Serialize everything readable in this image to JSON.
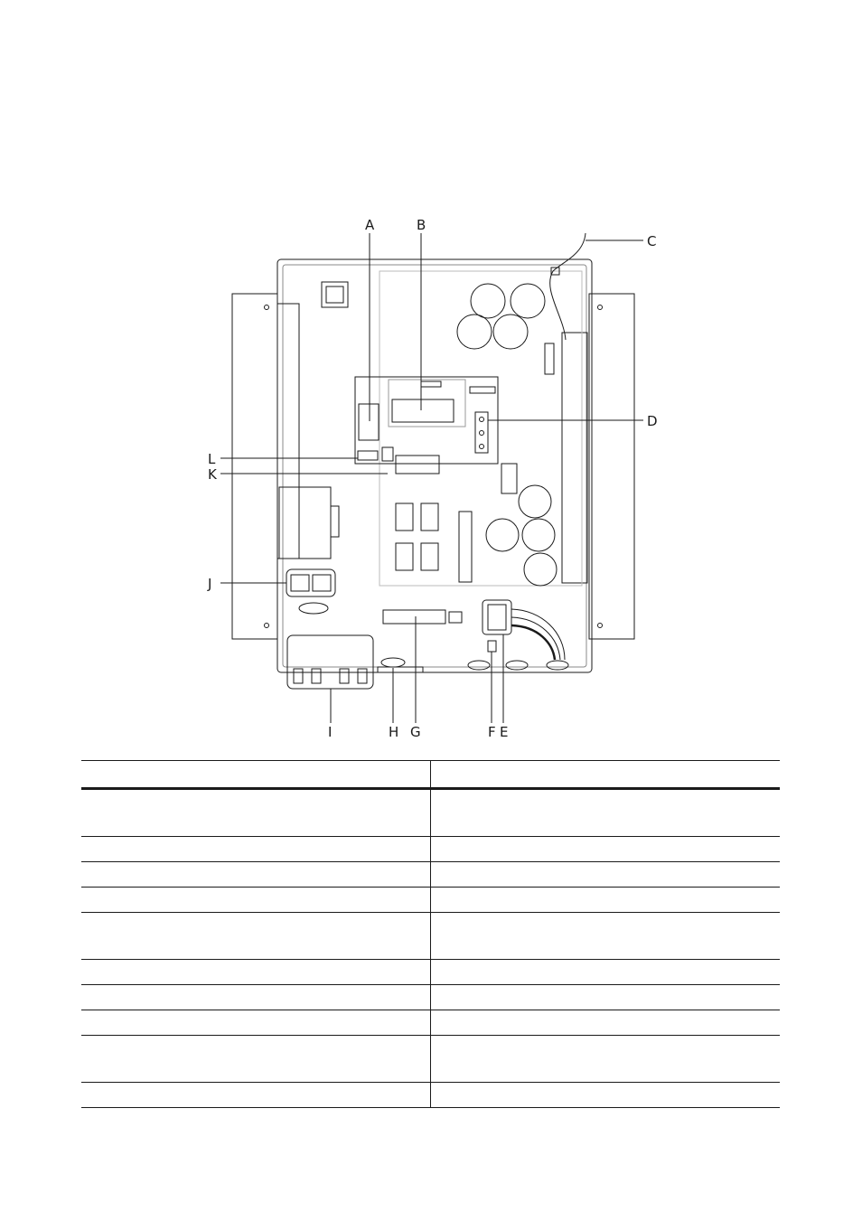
{
  "diagram": {
    "callouts": [
      {
        "id": "A",
        "text": "A"
      },
      {
        "id": "B",
        "text": "B"
      },
      {
        "id": "C",
        "text": "C"
      },
      {
        "id": "D",
        "text": "D"
      },
      {
        "id": "E",
        "text": "E"
      },
      {
        "id": "F",
        "text": "F"
      },
      {
        "id": "G",
        "text": "G"
      },
      {
        "id": "H",
        "text": "H"
      },
      {
        "id": "I",
        "text": "I"
      },
      {
        "id": "J",
        "text": "J"
      },
      {
        "id": "K",
        "text": "K"
      },
      {
        "id": "L",
        "text": "L"
      }
    ]
  },
  "table": {
    "header": [
      "",
      ""
    ],
    "rows": [
      {
        "pos": "",
        "desc": ""
      },
      {
        "pos": "",
        "desc": ""
      },
      {
        "pos": "",
        "desc": ""
      },
      {
        "pos": "",
        "desc": ""
      },
      {
        "pos": "",
        "desc": ""
      },
      {
        "pos": "",
        "desc": ""
      },
      {
        "pos": "",
        "desc": ""
      },
      {
        "pos": "",
        "desc": ""
      },
      {
        "pos": "",
        "desc": ""
      },
      {
        "pos": "",
        "desc": ""
      }
    ]
  }
}
